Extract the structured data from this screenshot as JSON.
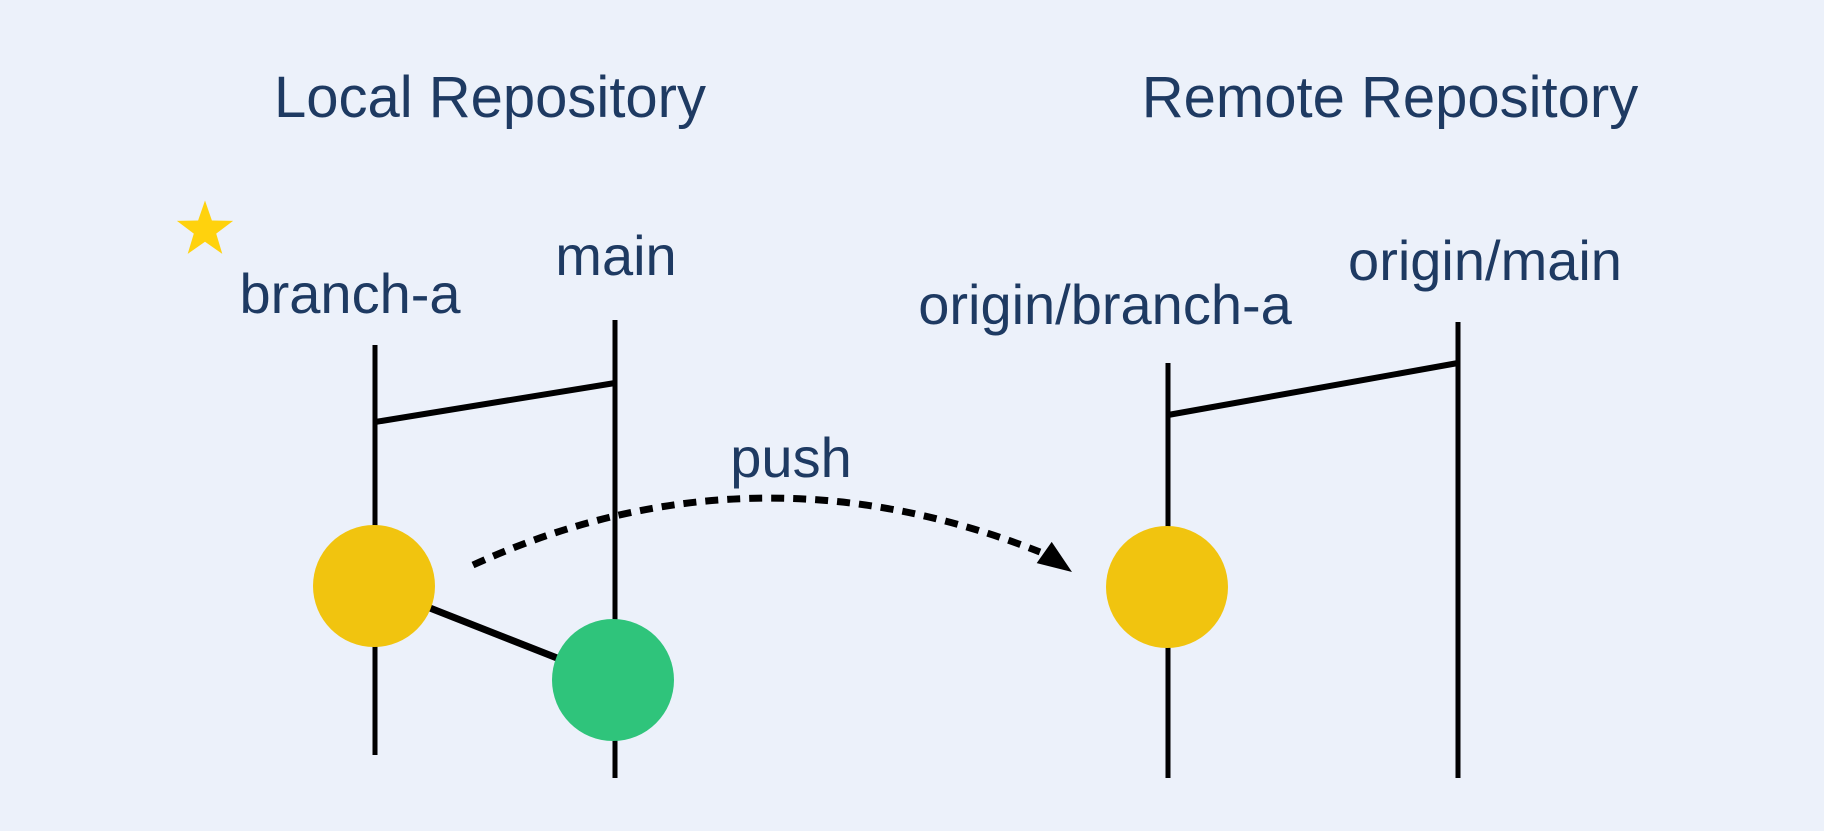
{
  "titles": {
    "local": "Local Repository",
    "remote": "Remote Repository"
  },
  "labels": {
    "local_branch_a": "branch-a",
    "local_main": "main",
    "remote_branch_a": "origin/branch-a",
    "remote_main": "origin/main",
    "push": "push"
  },
  "colors": {
    "background": "#ecf1fa",
    "text": "#1e3a62",
    "line": "#000000",
    "commit_yellow": "#f1c40f",
    "commit_green": "#2fc47b",
    "star_yellow": "#ffd20d"
  }
}
